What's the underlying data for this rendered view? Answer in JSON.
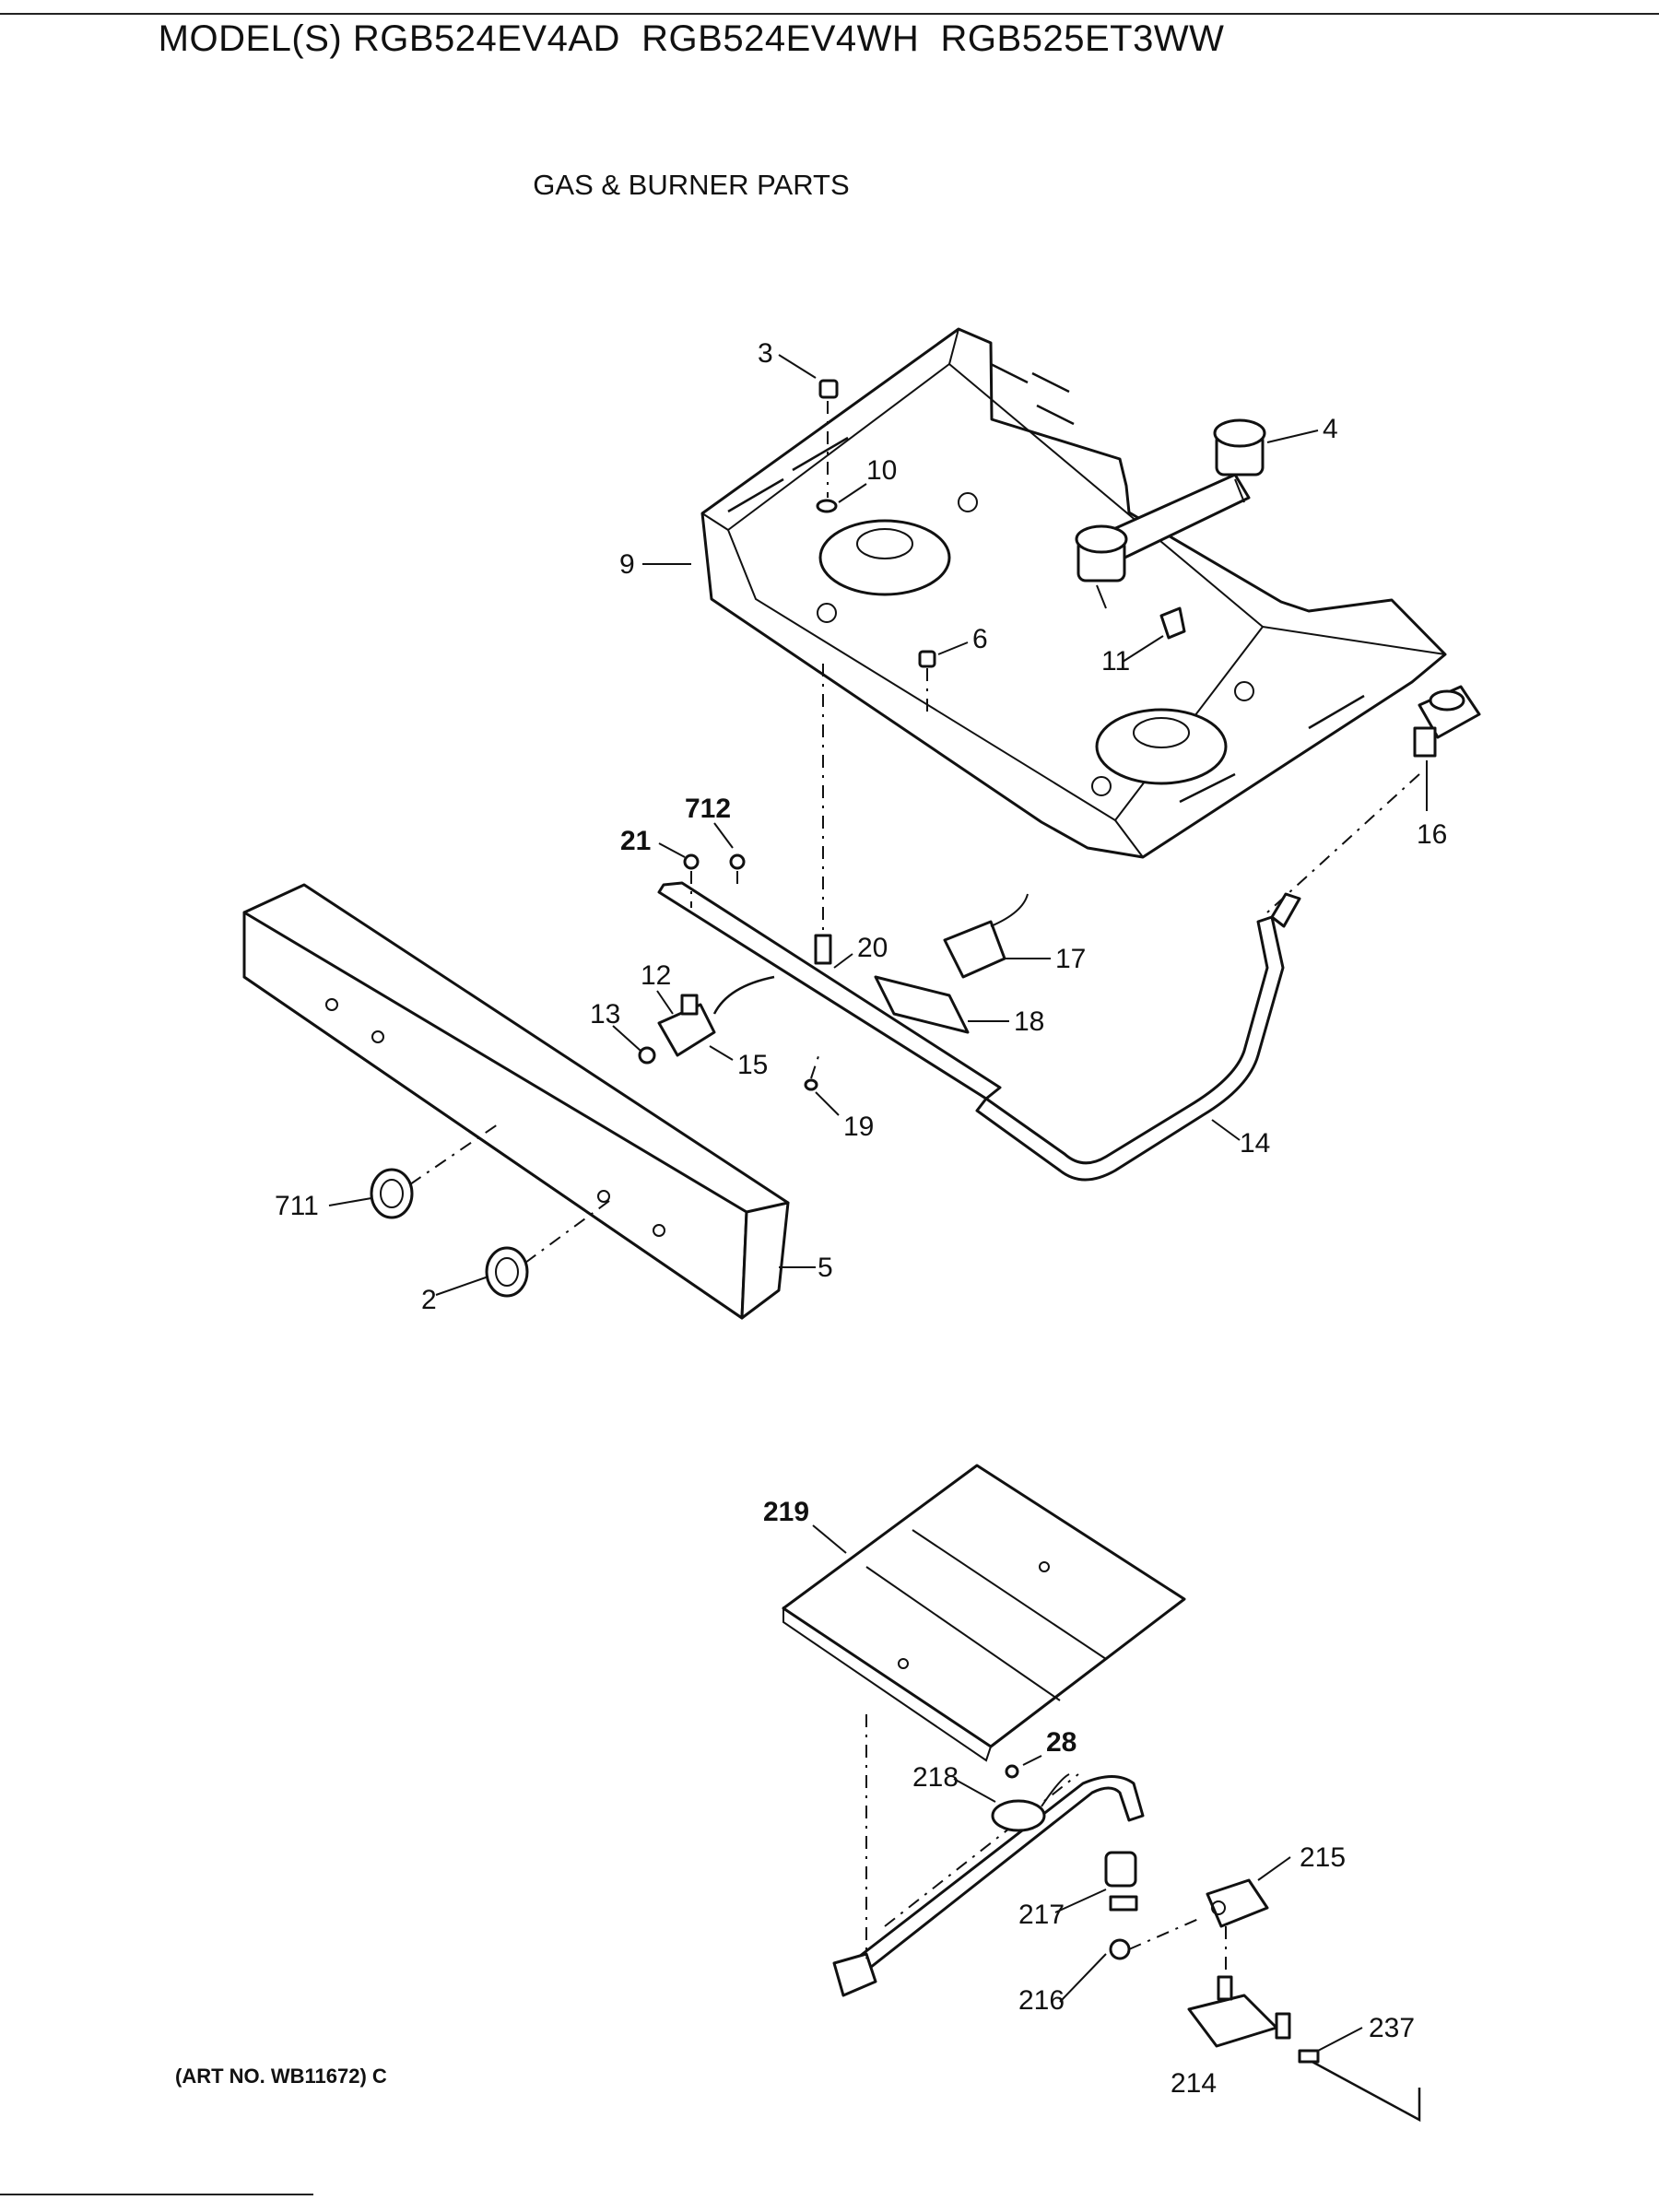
{
  "header": {
    "model_title": "MODEL(S) RGB524EV4AD  RGB524EV4WH  RGB525ET3WW",
    "section_title": "GAS & BURNER PARTS"
  },
  "footer": {
    "art_no": "(ART NO. WB11672) C"
  },
  "callouts": {
    "p2": "2",
    "p3": "3",
    "p4": "4",
    "p5": "5",
    "p6": "6",
    "p9": "9",
    "p10": "10",
    "p11": "11",
    "p12": "12",
    "p13": "13",
    "p14": "14",
    "p15": "15",
    "p16": "16",
    "p17": "17",
    "p18": "18",
    "p19": "19",
    "p20": "20",
    "p21": "21",
    "p28": "28",
    "p214": "214",
    "p215": "215",
    "p216": "216",
    "p217": "217",
    "p218": "218",
    "p219": "219",
    "p237": "237",
    "p711": "711",
    "p712": "712"
  }
}
